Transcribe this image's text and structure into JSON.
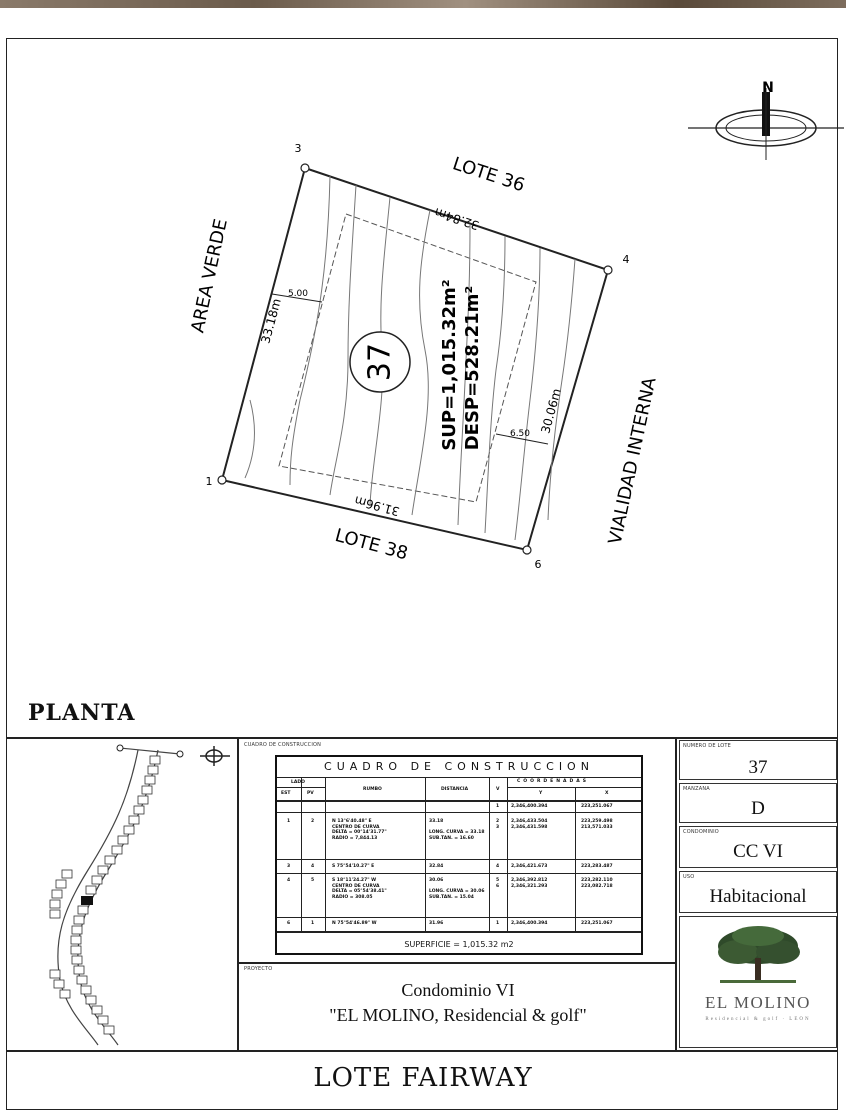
{
  "plan": {
    "lot_number": "37",
    "sup": "SUP=1,015.32m²",
    "desp": "DESP=528.21m²",
    "lote_36": "LOTE 36",
    "lote_38": "LOTE 38",
    "area_verde": "AREA VERDE",
    "vialidad": "VIALIDAD INTERNA",
    "dim_top": "32.84m",
    "dim_left": "33.18m",
    "dim_right": "30.06m",
    "dim_bottom": "31.96m",
    "setback_left": "5.00",
    "setback_right": "6.50",
    "vertex_3": "3",
    "vertex_4": "4",
    "vertex_1": "1",
    "vertex_6": "6",
    "north": "N",
    "view_label": "PLANTA"
  },
  "construction": {
    "small_label": "CUADRO DE CONSTRUCCION",
    "title": "CUADRO DE CONSTRUCCION",
    "head_lado": "LADO",
    "head_est": "EST",
    "head_pv": "PV",
    "head_rumbo": "RUMBO",
    "head_distancia": "DISTANCIA",
    "head_v": "V",
    "head_coordenadas": "COORDENADAS",
    "head_y": "Y",
    "head_x": "X",
    "rows": [
      {
        "est": "",
        "pv": "",
        "rumbo": "",
        "dist": "",
        "v": "1",
        "y": "2,346,400.394",
        "x": "223,251.067"
      },
      {
        "est": "1",
        "pv": "2",
        "rumbo": "N 13°6'40.48\" E\nCENTRO DE CURVA\nDELTA = 00°14'31.77\"\nRADIO = 7,844.13",
        "dist": "33.18\n\nLONG. CURVA = 33.18\nSUB.TAN. = 16.60",
        "v": "2\n3\n",
        "y": "2,346,433.504\n2,346,431.598",
        "x": "223,259.498\n213,571.033"
      },
      {
        "est": "3",
        "pv": "4",
        "rumbo": "S 75°54'10.27\" E",
        "dist": "32.84",
        "v": "4",
        "y": "2,346,421.673",
        "x": "223,283.487"
      },
      {
        "est": "4",
        "pv": "5",
        "rumbo": "S 18°11'24.27\" W\nCENTRO DE CURVA\nDELTA = 05°54'38.41\"\nRADIO = 308.05",
        "dist": "30.06\n\nLONG. CURVA = 30.06\nSUB.TAN. = 15.04",
        "v": "5\n6\n",
        "y": "2,346,392.812\n2,346,321.293",
        "x": "223,282.110\n223,082.718"
      },
      {
        "est": "6",
        "pv": "1",
        "rumbo": "N 75°54'46.89\" W",
        "dist": "31.96",
        "v": "1",
        "y": "2,346,400.394",
        "x": "223,251.067"
      }
    ],
    "superficie": "SUPERFICIE = 1,015.32 m2"
  },
  "info": {
    "lote_label": "NUMERO DE LOTE",
    "lote_value": "37",
    "manzana_label": "MANZANA",
    "manzana_value": "D",
    "condominio_label": "CONDOMINIO",
    "condominio_value": "CC VI",
    "uso_label": "USO",
    "uso_value": "Habitacional"
  },
  "project": {
    "label": "PROYECTO",
    "line1": "Condominio VI",
    "line2": "\"EL MOLINO, Residencial & golf\""
  },
  "logo": {
    "name": "EL MOLINO",
    "sub": "Residencial & golf · LEON"
  },
  "footer": {
    "title": "LOTE FAIRWAY"
  }
}
